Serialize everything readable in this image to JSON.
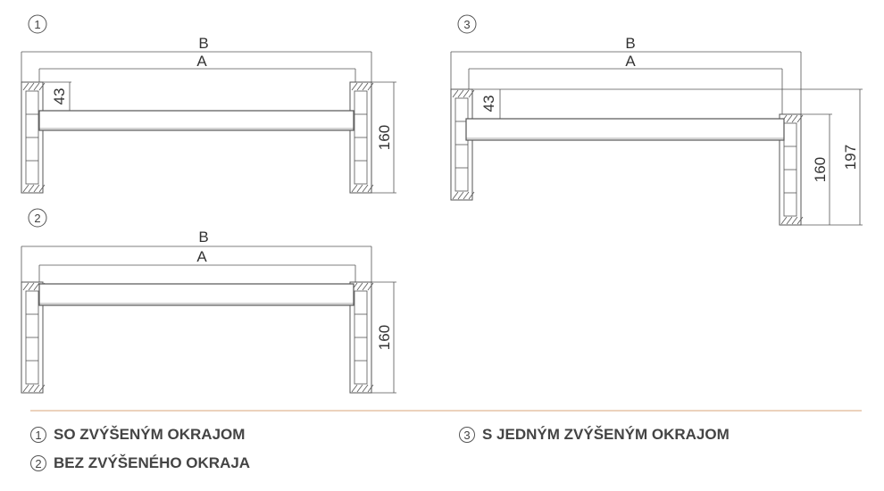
{
  "diagrams": [
    {
      "number": "1",
      "dim_b": "B",
      "dim_a": "A",
      "dim_edge": "43",
      "dim_height": "160"
    },
    {
      "number": "2",
      "dim_b": "B",
      "dim_a": "A",
      "dim_height": "160"
    },
    {
      "number": "3",
      "dim_b": "B",
      "dim_a": "A",
      "dim_edge": "43",
      "dim_height": "160",
      "dim_total": "197"
    }
  ],
  "legend": [
    {
      "number": "1",
      "label": "SO ZVÝŠENÝM OKRAJOM"
    },
    {
      "number": "2",
      "label": "BEZ ZVÝŠENÉHO OKRAJA"
    },
    {
      "number": "3",
      "label": "S JEDNÝM ZVÝŠENÝM OKRAJOM"
    }
  ],
  "colors": {
    "line": "#555555",
    "divider": "#d9a57a"
  }
}
